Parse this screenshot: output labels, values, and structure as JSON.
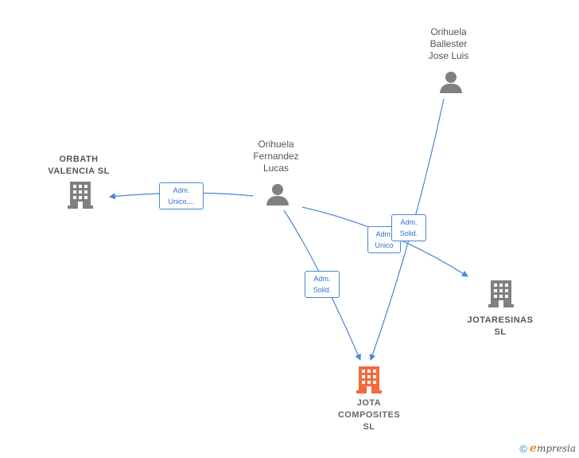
{
  "nodes": {
    "orbath": {
      "name": "ORBATH\nVALENCIA  SL",
      "kind": "company"
    },
    "jotaresinas": {
      "name": "JOTARESINAS\nSL",
      "kind": "company"
    },
    "jota_composites": {
      "name": "JOTA\nCOMPOSITES\nSL",
      "kind": "company-focus"
    },
    "orihuela_fernandez": {
      "name": "Orihuela\nFernandez\nLucas",
      "kind": "person"
    },
    "orihuela_ballester": {
      "name": "Orihuela\nBallester\nJose Luis",
      "kind": "person"
    }
  },
  "edges": {
    "fernandez_to_orbath": {
      "label": "Adm.\nUnico,..."
    },
    "fernandez_to_jotaresinas": {
      "label": "Adm.\nUnico"
    },
    "fernandez_to_jota": {
      "label": "Adm.\nSolid."
    },
    "ballester_to_jota": {
      "label": "Adm.\nSolid."
    }
  },
  "footer": {
    "copyright": "©",
    "brand_initial": "e",
    "brand_rest": "mpresia"
  },
  "colors": {
    "edge": "#4a86d8",
    "person_icon": "#808080",
    "company_icon": "#808080",
    "focus_company_icon": "#f26b3a"
  }
}
